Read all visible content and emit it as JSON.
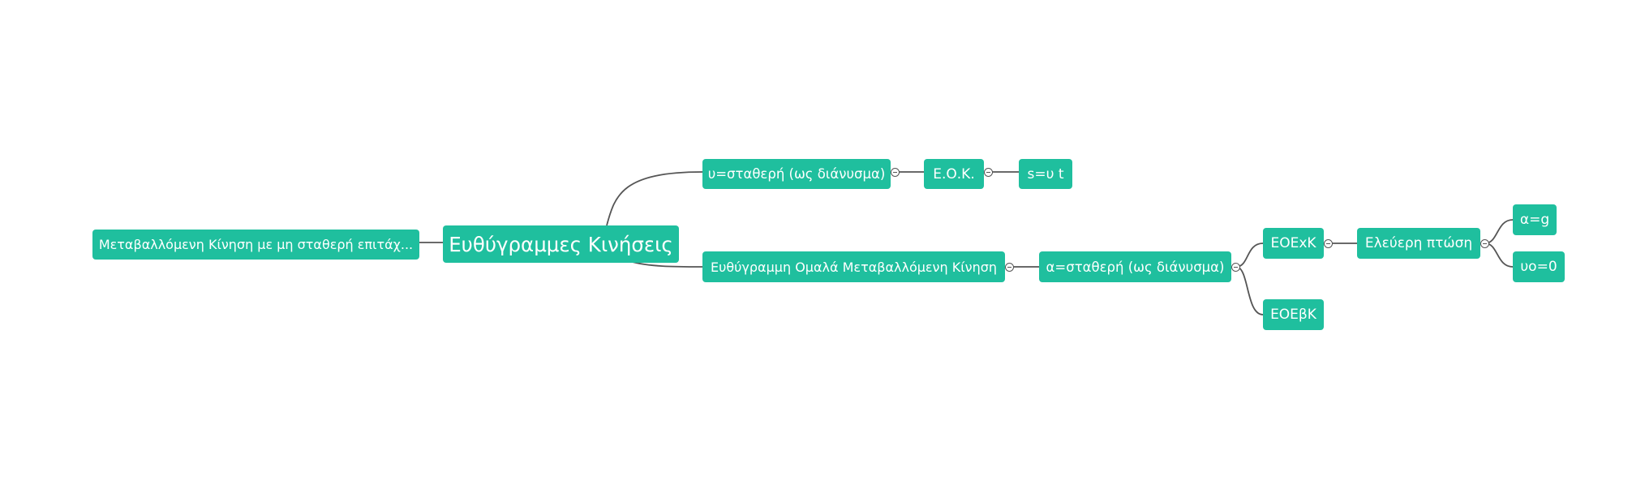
{
  "mindmap": {
    "root": "Ευθύγραμμες Κινήσεις",
    "left_branch": "Μεταβαλλόμενη Κίνηση με μη σταθερή επιτάχ...",
    "uniform": {
      "label": "υ=σταθερή (ως διάνυσμα)",
      "eok": "Ε.Ο.Κ.",
      "formula": "s=υ t"
    },
    "accelerated": {
      "label": "Ευθύγραμμη Ομαλά Μεταβαλλόμενη Κίνηση",
      "constant_a": "α=σταθερή (ως διάνυσμα)",
      "eoexk": "ΕΟΕxΚ",
      "eoebk": "ΕΟΕβΚ",
      "free_fall": "Ελεύερη πτώση",
      "a_eq_g": "α=g",
      "v0_eq_0": "υο=0"
    }
  },
  "colors": {
    "node_fill": "#1fbf9e",
    "node_text": "#ffffff",
    "connector": "#555555"
  },
  "icons": {
    "toggle": "collapse-icon"
  }
}
